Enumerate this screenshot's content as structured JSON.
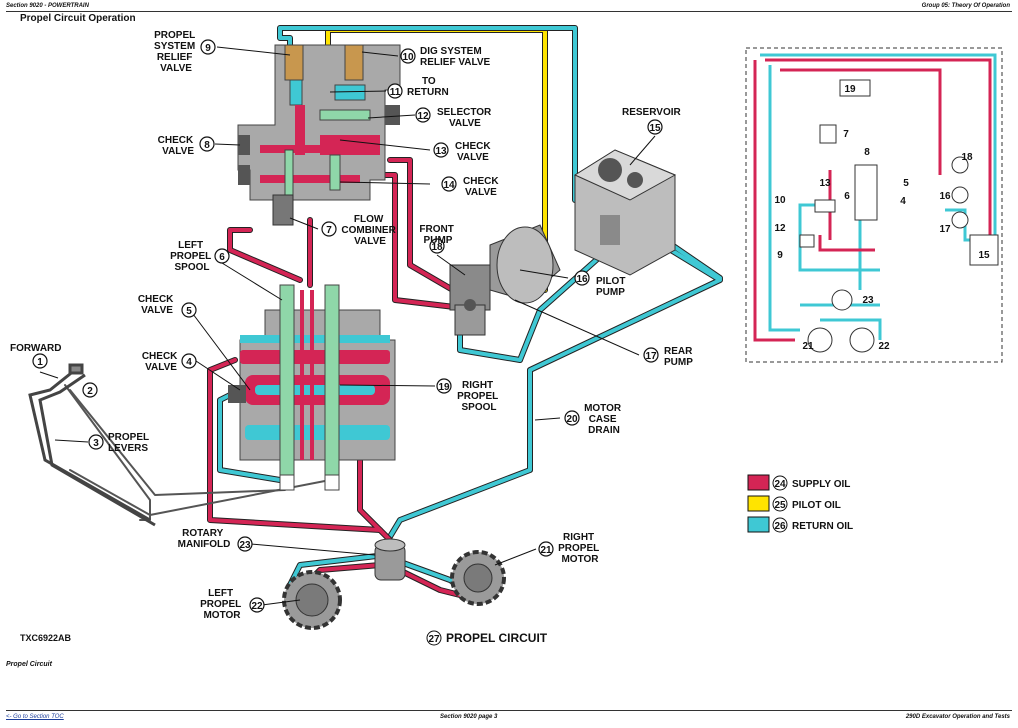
{
  "header": {
    "left": "Section 9020 - POWERTRAIN",
    "right": "Group 05: Theory Of Operation"
  },
  "title": "Propel Circuit Operation",
  "labels": {
    "propel_system_relief_valve": [
      "PROPEL",
      "SYSTEM",
      "RELIEF",
      "VALVE"
    ],
    "dig_system_relief_valve": [
      "DIG SYSTEM",
      "RELIEF VALVE"
    ],
    "to_return": [
      "TO",
      "RETURN"
    ],
    "selector_valve": [
      "SELECTOR",
      "VALVE"
    ],
    "check_valve_8": [
      "CHECK",
      "VALVE"
    ],
    "check_valve_13": [
      "CHECK",
      "VALVE"
    ],
    "check_valve_14": [
      "CHECK",
      "VALVE"
    ],
    "flow_combiner_valve": [
      "FLOW",
      "COMBINER",
      "VALVE"
    ],
    "reservoir": [
      "RESERVOIR"
    ],
    "front_pump": [
      "FRONT",
      "PUMP"
    ],
    "pilot_pump": [
      "PILOT",
      "PUMP"
    ],
    "rear_pump": [
      "REAR",
      "PUMP"
    ],
    "left_propel_spool": [
      "LEFT",
      "PROPEL",
      "SPOOL"
    ],
    "check_valve_5": [
      "CHECK",
      "VALVE"
    ],
    "check_valve_4": [
      "CHECK",
      "VALVE"
    ],
    "right_propel_spool": [
      "RIGHT",
      "PROPEL",
      "SPOOL"
    ],
    "forward": [
      "FORWARD"
    ],
    "propel_levers": [
      "PROPEL",
      "LEVERS"
    ],
    "motor_case_drain": [
      "MOTOR",
      "CASE",
      "DRAIN"
    ],
    "rotary_manifold": [
      "ROTARY",
      "MANIFOLD"
    ],
    "right_propel_motor": [
      "RIGHT",
      "PROPEL",
      "MOTOR"
    ],
    "left_propel_motor": [
      "LEFT",
      "PROPEL",
      "MOTOR"
    ]
  },
  "callouts": {
    "n1": "1",
    "n2": "2",
    "n3": "3",
    "n4": "4",
    "n5": "5",
    "n6": "6",
    "n7": "7",
    "n8": "8",
    "n9": "9",
    "n10": "10",
    "n11": "11",
    "n12": "12",
    "n13": "13",
    "n14": "14",
    "n15": "15",
    "n16": "16",
    "n17": "17",
    "n18": "18",
    "n19": "19",
    "n20": "20",
    "n21": "21",
    "n22": "22",
    "n23": "23"
  },
  "legend": [
    {
      "num": "24",
      "label": "SUPPLY OIL",
      "color": "#d42555"
    },
    {
      "num": "25",
      "label": "PILOT OIL",
      "color": "#ffe400"
    },
    {
      "num": "26",
      "label": "RETURN OIL",
      "color": "#3fc8d4"
    }
  ],
  "circuit_title": {
    "num": "27",
    "label": "PROPEL CIRCUIT"
  },
  "figure_id": "TXC6922AB",
  "schematic_numbers": [
    "19",
    "7",
    "8",
    "13",
    "6",
    "5",
    "4",
    "10",
    "12",
    "9",
    "18",
    "16",
    "17",
    "15",
    "23",
    "21",
    "22"
  ],
  "caption": "Propel Circuit",
  "footer": {
    "left": "<- Go to Section TOC",
    "center": "Section 9020 page 3",
    "right": "290D Excavator Operation and Tests"
  },
  "colors": {
    "supply": "#d42555",
    "pilot": "#ffe400",
    "return": "#3fc8d4",
    "valve": "#a9a9a9"
  }
}
